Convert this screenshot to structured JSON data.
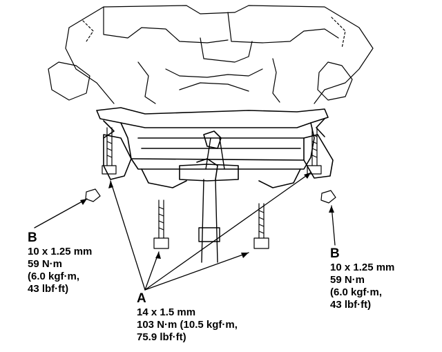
{
  "callouts": {
    "b_left": {
      "letter": "B",
      "size": "10 x 1.25 mm",
      "torque_nm": "59 N·m",
      "torque_kgf": "(6.0 kgf·m,",
      "torque_lbf": "43 lbf·ft)"
    },
    "b_right": {
      "letter": "B",
      "size": "10 x 1.25 mm",
      "torque_nm": "59 N·m",
      "torque_kgf": "(6.0 kgf·m,",
      "torque_lbf": "43 lbf·ft)"
    },
    "a_center": {
      "letter": "A",
      "size": "14 x 1.5 mm",
      "torque_line1": "103 N·m (10.5 kgf·m,",
      "torque_line2": "75.9 lbf·ft)"
    }
  }
}
